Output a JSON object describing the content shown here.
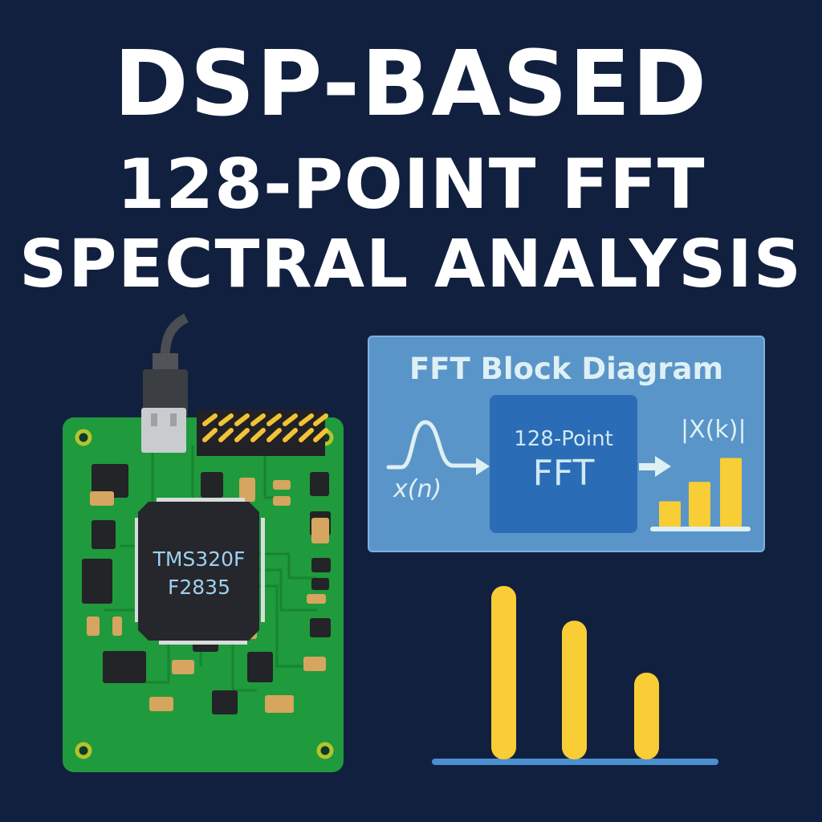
{
  "title": {
    "line1": "DSP-BASED",
    "line2": "128-POINT FFT",
    "line3": "SPECTRAL ANALYSIS"
  },
  "pcb": {
    "chip_label_line1": "TMS320F",
    "chip_label_line2": "F2835"
  },
  "block_diagram": {
    "title": "FFT Block Diagram",
    "input_label": "x(n)",
    "block_line1": "128-Point",
    "block_line2": "FFT",
    "output_label": "|X(k)|",
    "output_bars": [
      0.35,
      0.62,
      0.95
    ]
  },
  "spectrum_bars": [
    1.0,
    0.8,
    0.5
  ],
  "colors": {
    "background": "#12203f",
    "pcb_green": "#1f9a3c",
    "accent_yellow": "#f8cd35",
    "panel_blue": "#5a95c9",
    "block_blue": "#2b6cb6"
  }
}
